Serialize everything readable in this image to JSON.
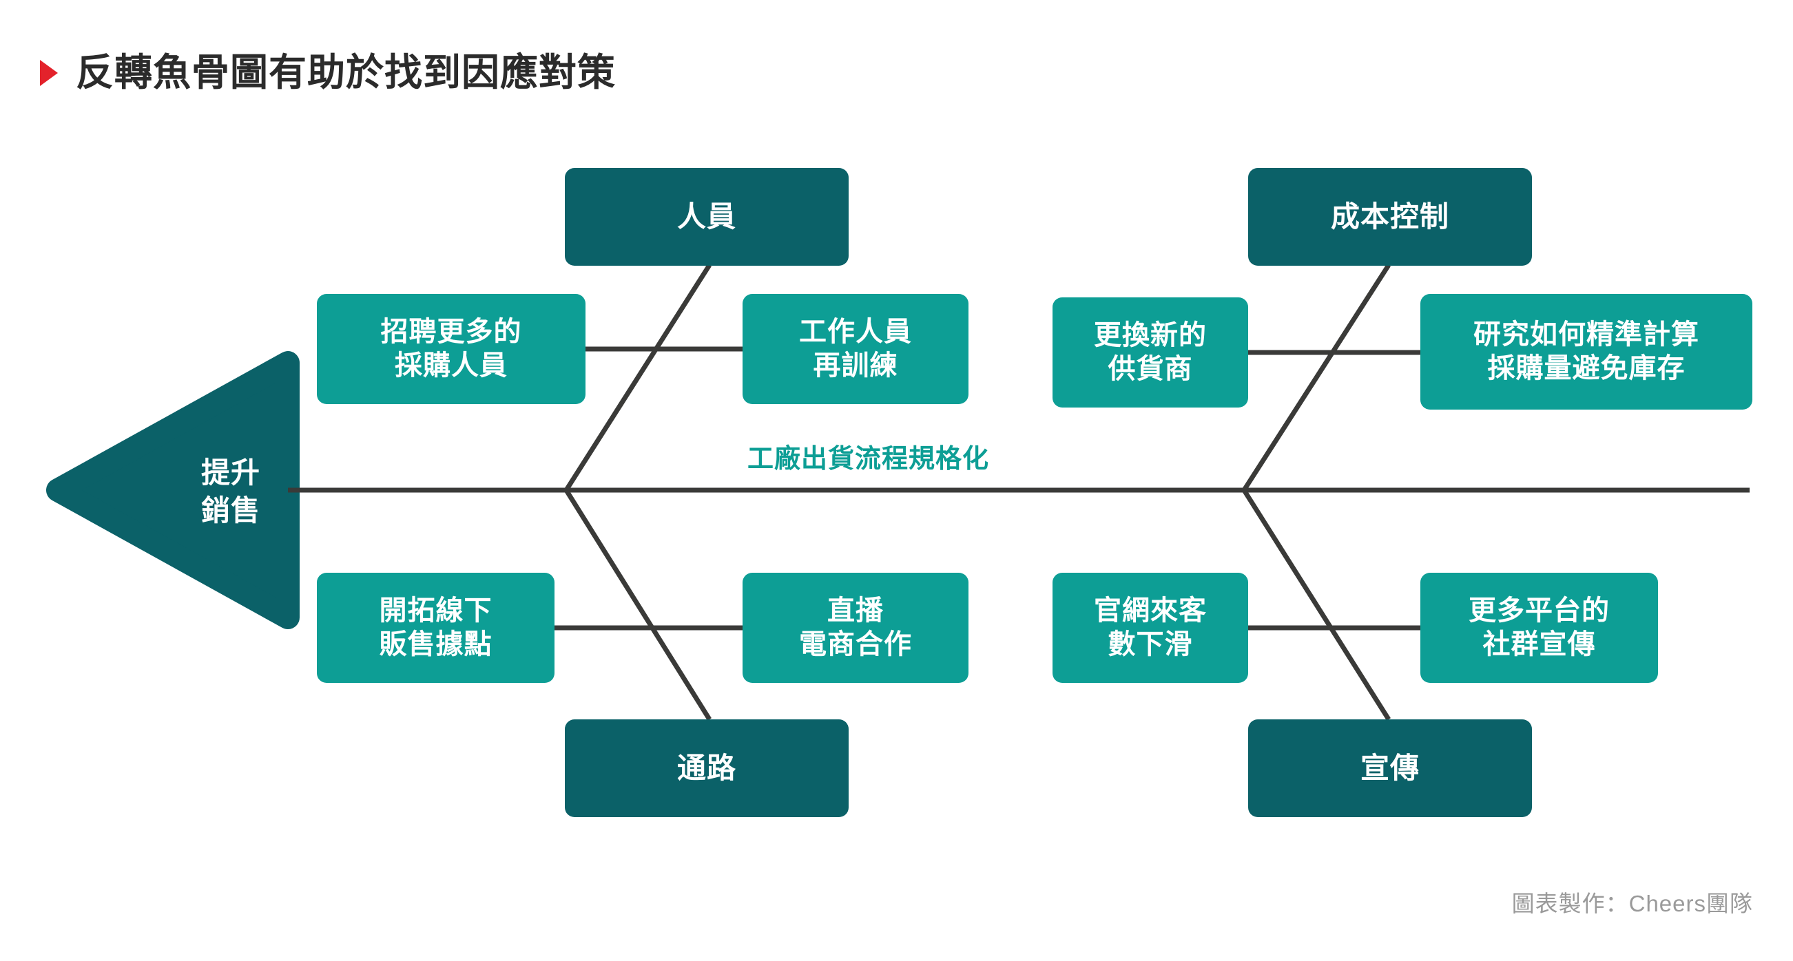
{
  "title": {
    "text": "反轉魚骨圖有助於找到因應對策",
    "bullet_icon": "triangle-right-icon",
    "bullet_color": "#E3222B",
    "text_color": "#2B2B2B"
  },
  "colors": {
    "head_box": "#0B6168",
    "cause_box": "#0D9E95",
    "bone_line": "#3A3A38",
    "arrow_fill": "#0B6168",
    "spine_label_text": "#0D9E95",
    "credit_text": "#9A9A9A",
    "background": "#FFFFFF"
  },
  "effect": {
    "label": "提升\n銷售",
    "shape": "left-pointing-triangle"
  },
  "spine_label": "工廠出貨流程規格化",
  "groups": [
    {
      "id": "personnel",
      "position": "upper-left",
      "head": "人員",
      "causes": [
        "招聘更多的\n採購人員",
        "工作人員\n再訓練"
      ]
    },
    {
      "id": "cost-control",
      "position": "upper-right",
      "head": "成本控制",
      "causes": [
        "更換新的\n供貨商",
        "研究如何精準計算\n採購量避免庫存"
      ]
    },
    {
      "id": "channel",
      "position": "lower-left",
      "head": "通路",
      "causes": [
        "開拓線下\n販售據點",
        "直播\n電商合作"
      ]
    },
    {
      "id": "promotion",
      "position": "lower-right",
      "head": "宣傳",
      "causes": [
        "官網來客\n數下滑",
        "更多平台的\n社群宣傳"
      ]
    }
  ],
  "credit": "圖表製作：Cheers團隊"
}
